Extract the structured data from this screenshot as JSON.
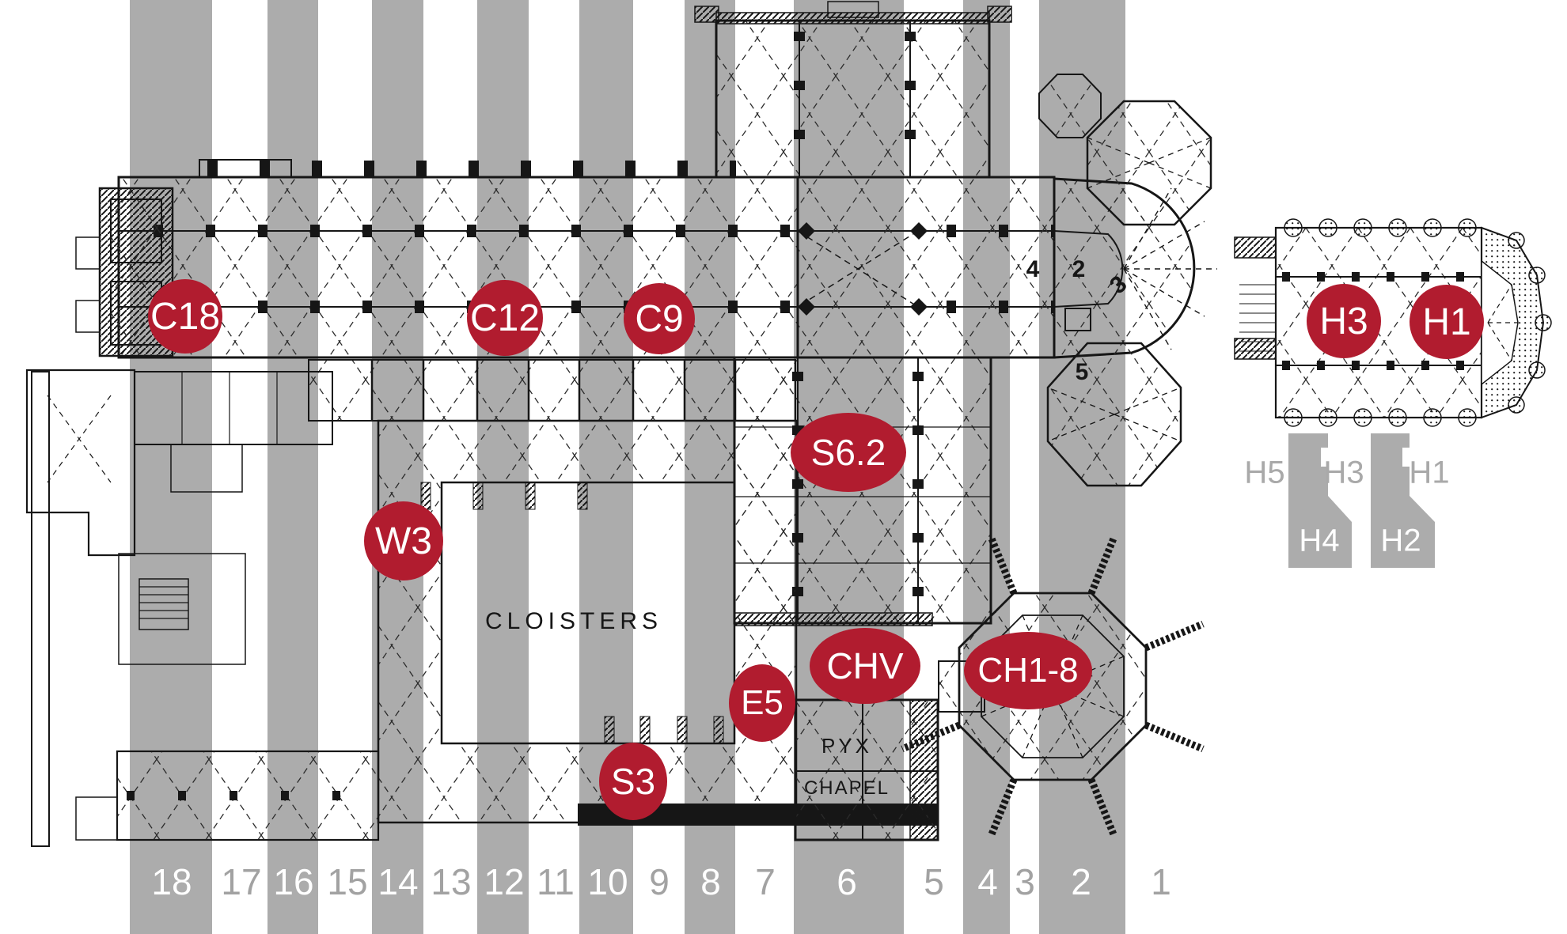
{
  "title": "Cathedral plan with bay grid overlay",
  "colors": {
    "stripe_gray": "#acacac",
    "marker_red": "#b11c2f",
    "side_label_gray": "#a9a9a9",
    "bay_number_on_white": "#a2a2a2",
    "bay_number_on_gray": "#ffffff",
    "plan_ink": "#161616"
  },
  "bays": [
    {
      "label": "18",
      "shaded": true
    },
    {
      "label": "17",
      "shaded": false
    },
    {
      "label": "16",
      "shaded": true
    },
    {
      "label": "15",
      "shaded": false
    },
    {
      "label": "14",
      "shaded": true
    },
    {
      "label": "13",
      "shaded": false
    },
    {
      "label": "12",
      "shaded": true
    },
    {
      "label": "11",
      "shaded": false
    },
    {
      "label": "10",
      "shaded": true
    },
    {
      "label": "9",
      "shaded": false
    },
    {
      "label": "8",
      "shaded": true
    },
    {
      "label": "7",
      "shaded": false
    },
    {
      "label": "6",
      "shaded": true
    },
    {
      "label": "5",
      "shaded": false
    },
    {
      "label": "4",
      "shaded": true
    },
    {
      "label": "3",
      "shaded": false
    },
    {
      "label": "2",
      "shaded": true
    },
    {
      "label": "1",
      "shaded": false
    }
  ],
  "markers": [
    {
      "label": "C18"
    },
    {
      "label": "C12"
    },
    {
      "label": "C9"
    },
    {
      "label": "H3"
    },
    {
      "label": "H1"
    },
    {
      "label": "S6.2"
    },
    {
      "label": "W3"
    },
    {
      "label": "E5"
    },
    {
      "label": "CHV"
    },
    {
      "label": "CH1-8"
    },
    {
      "label": "S3"
    }
  ],
  "side_labels": {
    "h5": "H5",
    "h3": "H3",
    "h1": "H1",
    "h4": "H4",
    "h2": "H2"
  },
  "plan_text": {
    "cloisters": "CLOISTERS",
    "pyx": "PYX",
    "chapel": "CHAPEL",
    "apse_numbers": {
      "n4": "4",
      "n2": "2",
      "n3": "3",
      "n5": "5"
    }
  }
}
